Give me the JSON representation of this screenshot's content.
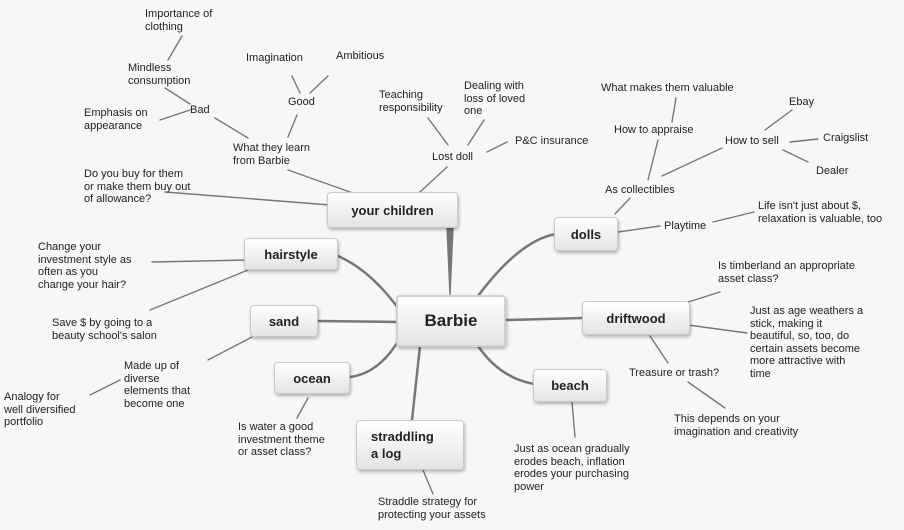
{
  "central": "Barbie",
  "topics": {
    "your_children": "your children",
    "hairstyle": "hairstyle",
    "sand": "sand",
    "ocean": "ocean",
    "straddling": "straddling\na log",
    "dolls": "dolls",
    "driftwood": "driftwood",
    "beach": "beach"
  },
  "notes": {
    "importance_clothing": "Importance of\nclothing",
    "mindless": "Mindless\nconsumption",
    "imagination": "Imagination",
    "ambitious": "Ambitious",
    "good": "Good",
    "emphasis": "Emphasis on\nappearance",
    "bad": "Bad",
    "what_they_learn": "What they learn\nfrom Barbie",
    "teaching": "Teaching\nresponsibility",
    "dealing": "Dealing with\nloss of loved\none",
    "pc_insurance": "P&C insurance",
    "lost_doll": "Lost doll",
    "buy_for_them": "Do you buy for them\nor make them buy out\nof allowance?",
    "investment_style": "Change your\ninvestment style as\noften as you\nchange your hair?",
    "beauty_school": "Save $ by going to a\nbeauty school's salon",
    "diverse": "Made up of\ndiverse\nelements that\nbecome one",
    "analogy": "Analogy for\nwell diversified\nportfolio",
    "water_theme": "Is water a good\ninvestment theme\nor asset class?",
    "straddle_strategy": "Straddle strategy for\nprotecting your assets",
    "what_valuable": "What makes them valuable",
    "ebay": "Ebay",
    "how_appraise": "How to appraise",
    "how_sell": "How to sell",
    "craigslist": "Craigslist",
    "dealer": "Dealer",
    "collectibles": "As collectibles",
    "life_not_money": "Life isn't just about $,\nrelaxation is valuable, too",
    "playtime": "Playtime",
    "timberland": "Is timberland an appropriate\nasset class?",
    "age_weathers": "Just as age weathers a\nstick, making it\nbeautiful, so, too, do\ncertain assets become\nmore attractive with\ntime",
    "treasure": "Treasure or trash?",
    "imagination_creativity": "This depends on your\nimagination and creativity",
    "ocean_erodes": "Just as ocean gradually\nerodes beach, inflation\nerodes your purchasing\npower"
  }
}
